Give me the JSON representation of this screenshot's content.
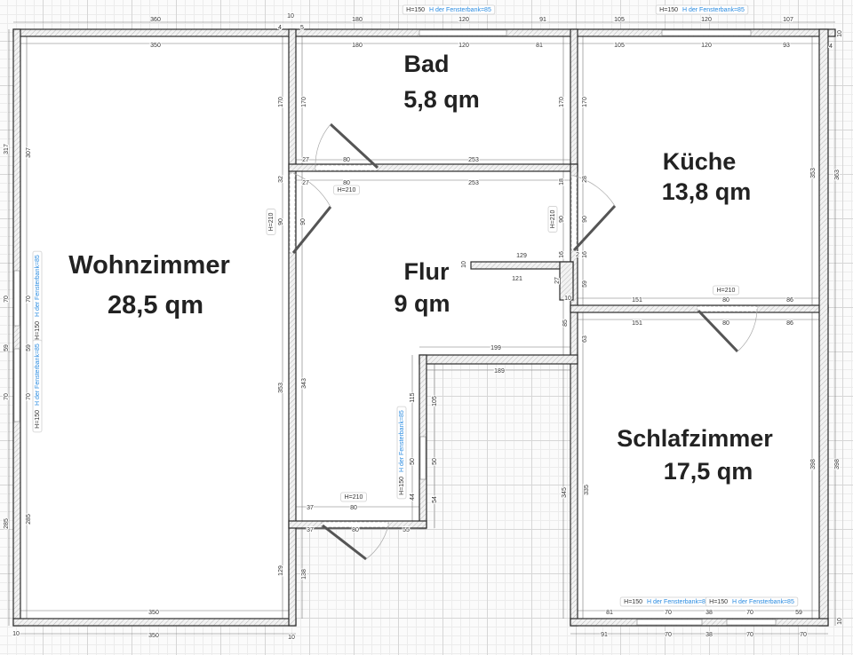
{
  "rooms": [
    {
      "name": "Wohnzimmer",
      "area": "28,5 qm"
    },
    {
      "name": "Bad",
      "area": "5,8 qm"
    },
    {
      "name": "Küche",
      "area": "13,8 qm"
    },
    {
      "name": "Flur",
      "area": "9 qm"
    },
    {
      "name": "Schlafzimmer",
      "area": "17,5 qm"
    }
  ],
  "door_tag": "H=210",
  "window_tag": {
    "height": "H=150",
    "sill": "H der Fensterbank=85"
  },
  "dimensions": [
    "360",
    "10",
    "180",
    "120",
    "91",
    "105",
    "120",
    "107",
    "350",
    "180",
    "120",
    "81",
    "105",
    "120",
    "93",
    "10",
    "4",
    "317",
    "307",
    "170",
    "170",
    "170",
    "170",
    "353",
    "363",
    "27",
    "80",
    "253",
    "27",
    "80",
    "253",
    "32",
    "18",
    "28",
    "90",
    "90",
    "90",
    "90",
    "129",
    "10",
    "121",
    "27",
    "10",
    "16",
    "2",
    "16",
    "59",
    "85",
    "63",
    "151",
    "80",
    "86",
    "151",
    "80",
    "86",
    "199",
    "189",
    "115",
    "105",
    "50",
    "50",
    "44",
    "54",
    "37",
    "80",
    "37",
    "80",
    "55",
    "343",
    "353",
    "345",
    "335",
    "398",
    "398",
    "70",
    "70",
    "59",
    "59",
    "70",
    "70",
    "285",
    "285",
    "129",
    "138",
    "350",
    "10",
    "350",
    "10",
    "81",
    "70",
    "38",
    "70",
    "59",
    "91",
    "70",
    "38",
    "70",
    "70",
    "10",
    "4",
    "5"
  ]
}
